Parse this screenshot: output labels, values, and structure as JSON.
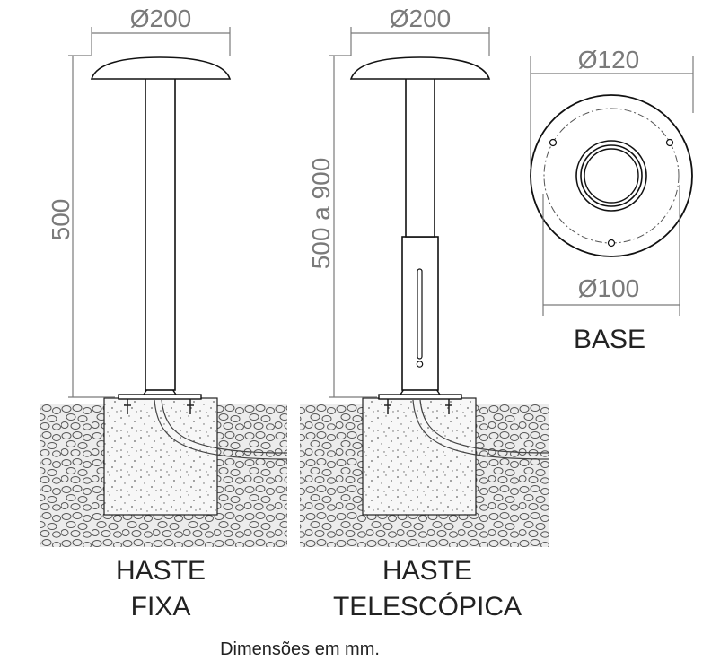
{
  "colors": {
    "line": "#1a1a1a",
    "dimension": "#7a7a7a",
    "ground_fill": "#e6e6e6",
    "concrete_fill": "#f4f4f4"
  },
  "fixed_post": {
    "head_diameter": "Ø200",
    "height": "500",
    "caption_line1": "HASTE",
    "caption_line2": "FIXA"
  },
  "telescopic_post": {
    "head_diameter": "Ø200",
    "height": "500 a 900",
    "caption_line1": "HASTE",
    "caption_line2": "TELESCÓPICA"
  },
  "base_view": {
    "outer_diameter": "Ø120",
    "bolt_circle_diameter": "Ø100",
    "caption": "BASE"
  },
  "footnote": "Dimensões em mm."
}
